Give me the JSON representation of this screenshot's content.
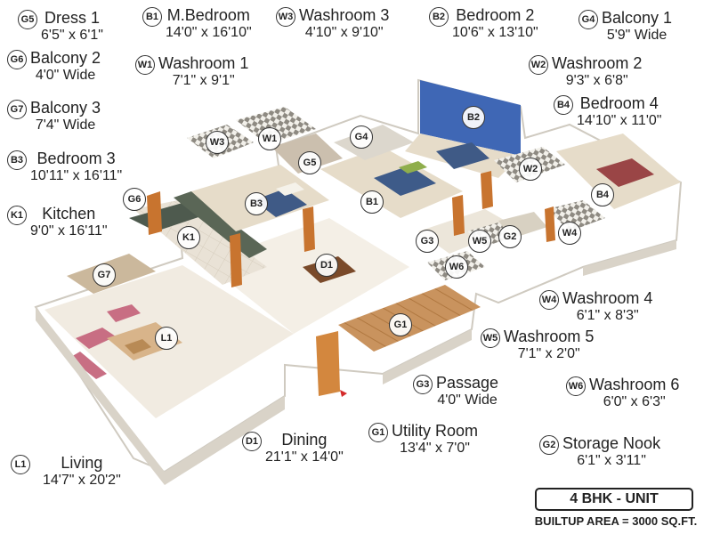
{
  "legend": [
    {
      "code": "G5",
      "name": "Dress 1",
      "dim": "6'5\" x 6'1\""
    },
    {
      "code": "G6",
      "name": "Balcony 2",
      "dim": "4'0\" Wide"
    },
    {
      "code": "G7",
      "name": "Balcony 3",
      "dim": "7'4\" Wide"
    },
    {
      "code": "B3",
      "name": "Bedroom 3",
      "dim": "10'11\" x 16'11\""
    },
    {
      "code": "K1",
      "name": "Kitchen",
      "dim": "9'0\" x 16'11\""
    },
    {
      "code": "L1",
      "name": "Living",
      "dim": "14'7\" x 20'2\""
    },
    {
      "code": "B1",
      "name": "M.Bedroom",
      "dim": "14'0\" x 16'10\""
    },
    {
      "code": "W1",
      "name": "Washroom 1",
      "dim": "7'1\" x 9'1\""
    },
    {
      "code": "W3",
      "name": "Washroom 3",
      "dim": "4'10\" x 9'10\""
    },
    {
      "code": "B2",
      "name": "Bedroom 2",
      "dim": "10'6\" x 13'10\""
    },
    {
      "code": "G4",
      "name": "Balcony 1",
      "dim": "5'9\" Wide"
    },
    {
      "code": "W2",
      "name": "Washroom 2",
      "dim": "9'3\" x 6'8\""
    },
    {
      "code": "B4",
      "name": "Bedroom 4",
      "dim": "14'10\" x 11'0\""
    },
    {
      "code": "W4",
      "name": "Washroom 4",
      "dim": "6'1\" x 8'3\""
    },
    {
      "code": "W5",
      "name": "Washroom 5",
      "dim": "7'1\" x 2'0\""
    },
    {
      "code": "W6",
      "name": "Washroom 6",
      "dim": "6'0\" x 6'3\""
    },
    {
      "code": "G3",
      "name": "Passage",
      "dim": "4'0\" Wide"
    },
    {
      "code": "G1",
      "name": "Utility Room",
      "dim": "13'4\" x 7'0\""
    },
    {
      "code": "G2",
      "name": "Storage Nook",
      "dim": "6'1\" x 3'11\""
    },
    {
      "code": "D1",
      "name": "Dining",
      "dim": "21'1\" x 14'0\""
    }
  ],
  "map_badges": [
    "W3",
    "W1",
    "G4",
    "B2",
    "G5",
    "W2",
    "B3",
    "B1",
    "B4",
    "G6",
    "K1",
    "G3",
    "W5",
    "G2",
    "W4",
    "W6",
    "D1",
    "G7",
    "G1",
    "L1"
  ],
  "footer": {
    "unit_type": "4 BHK - UNIT",
    "builtup_area": "BUILTUP AREA = 3000 SQ.FT."
  },
  "colors": {
    "floor": "#f3ece0",
    "wall": "#ffffff",
    "wall_side": "#d9d3c8",
    "dark_wall": "#6d6d6d",
    "bedroom2_wall": "#3f67b5",
    "sofa": "#c86e83",
    "wood": "#c8742f",
    "counter": "#4e5a4e",
    "rug": "#d8b48a"
  }
}
